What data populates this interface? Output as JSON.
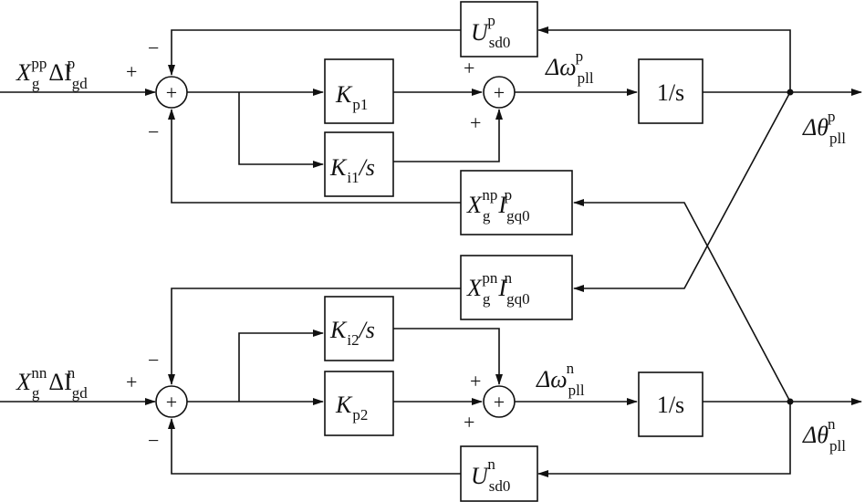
{
  "top": {
    "input": {
      "base": "X",
      "sub": "g",
      "sup": "pp",
      "mid": "ΔI",
      "sub2": "gd",
      "sup2": "p",
      "sign": "+"
    },
    "sum_signs": {
      "top": "−",
      "bottom": "−"
    },
    "kp": {
      "base": "K",
      "sub": "p1"
    },
    "ki": {
      "base": "K",
      "sub": "i1",
      "tail": "/s"
    },
    "sum2_signs": {
      "left": "+",
      "bottom": "+"
    },
    "omega": {
      "base": "Δω",
      "sub": "pll",
      "sup": "p"
    },
    "integrator": "1/s",
    "output": {
      "base": "Δθ",
      "sub": "pll",
      "sup": "p"
    },
    "feedback_u": {
      "base": "U",
      "sub": "sd0",
      "sup": "p"
    },
    "feedback_x": {
      "base": "X",
      "sub": "g",
      "sup": "np",
      "mid": "I",
      "sub2": "gq0",
      "sup2": "p"
    }
  },
  "bottom": {
    "input": {
      "base": "X",
      "sub": "g",
      "sup": "nn",
      "mid": "ΔI",
      "sub2": "gd",
      "sup2": "n",
      "sign": "+"
    },
    "sum_signs": {
      "top": "−",
      "bottom": "−"
    },
    "kp": {
      "base": "K",
      "sub": "p2"
    },
    "ki": {
      "base": "K",
      "sub": "i2",
      "tail": "/s"
    },
    "sum2_signs": {
      "top": "+",
      "left": "+"
    },
    "omega": {
      "base": "Δω",
      "sub": "pll",
      "sup": "n"
    },
    "integrator": "1/s",
    "output": {
      "base": "Δθ",
      "sub": "pll",
      "sup": "n"
    },
    "feedback_u": {
      "base": "U",
      "sub": "sd0",
      "sup": "n"
    },
    "feedback_x": {
      "base": "X",
      "sub": "g",
      "sup": "pn",
      "mid": "I",
      "sub2": "gq0",
      "sup2": "n"
    }
  }
}
